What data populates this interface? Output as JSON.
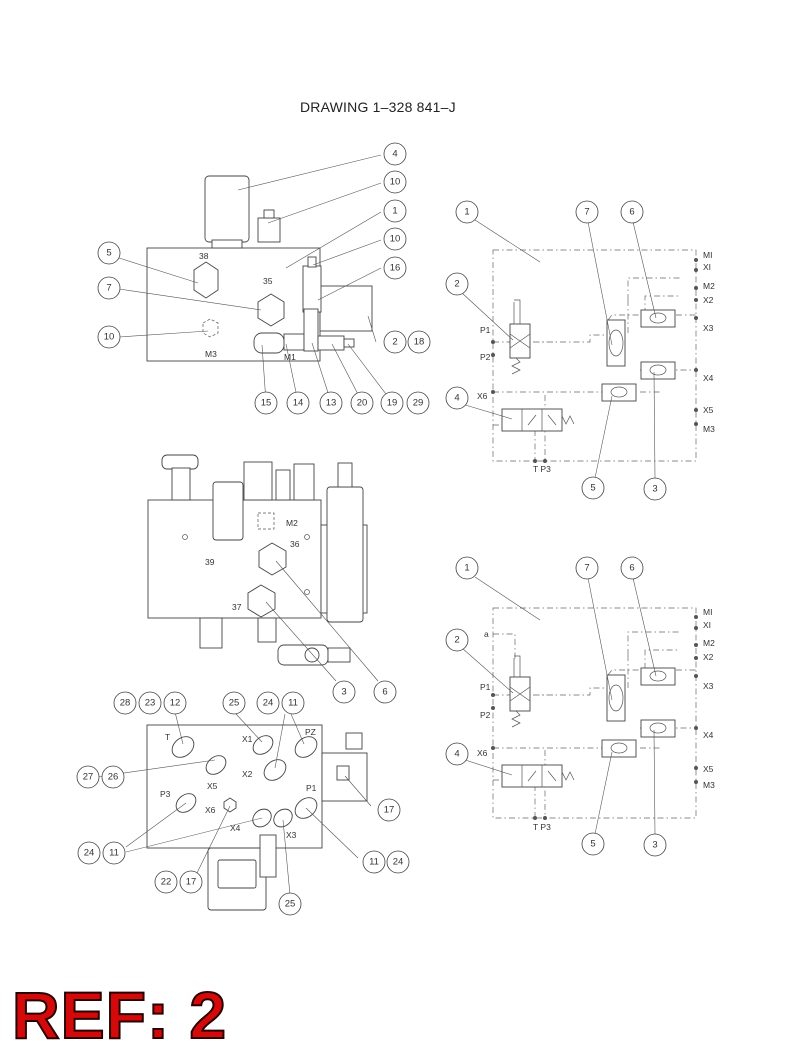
{
  "title": "DRAWING 1–328 841–J",
  "reference": "REF: 2",
  "top_view": {
    "labels": [
      "38",
      "35",
      "M3",
      "M1"
    ],
    "callouts": [
      "4",
      "10",
      "1",
      "10",
      "16",
      "5",
      "7",
      "10",
      "2",
      "18",
      "15",
      "14",
      "13",
      "20",
      "19",
      "29"
    ]
  },
  "front_view": {
    "labels": [
      "M2",
      "36",
      "39",
      "37"
    ],
    "callouts": [
      "3",
      "6"
    ]
  },
  "bottom_view": {
    "labels": [
      "T",
      "X1",
      "PZ",
      "X5",
      "X2",
      "P3",
      "P1",
      "X6",
      "X4",
      "X3"
    ],
    "callouts": [
      "28",
      "23",
      "12",
      "25",
      "24",
      "11",
      "27",
      "26",
      "24",
      "11",
      "17",
      "11",
      "24",
      "22",
      "17",
      "25"
    ]
  },
  "schematic_top": {
    "labels": [
      "P1",
      "P2",
      "X6",
      "T P3",
      "MI",
      "XI",
      "M2",
      "X2",
      "X3",
      "X4",
      "X5",
      "M3"
    ],
    "callouts": [
      "1",
      "7",
      "6",
      "2",
      "4",
      "5",
      "3"
    ]
  },
  "schematic_bottom": {
    "labels": [
      "a",
      "P1",
      "P2",
      "X6",
      "T P3",
      "MI",
      "XI",
      "M2",
      "X2",
      "X3",
      "X4",
      "X5",
      "M3"
    ],
    "callouts": [
      "1",
      "7",
      "6",
      "2",
      "4",
      "5",
      "3"
    ]
  },
  "colors": {
    "reference_text": "#d40a0a",
    "line_work": "#444444",
    "background": "#ffffff"
  }
}
